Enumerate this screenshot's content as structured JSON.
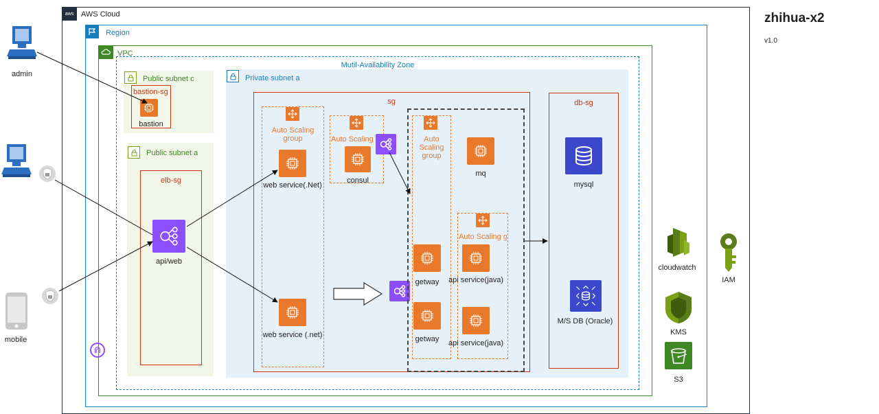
{
  "header": {
    "title": "zhihua-x2",
    "version": "v1.0"
  },
  "groups": {
    "cloud": "AWS Cloud",
    "region": "Region",
    "vpc": "VPC",
    "az": "Mutil-Availability Zone",
    "public_c": "Public subnet c",
    "public_a": "Public subnet a",
    "private_a": "Private subnet a"
  },
  "security_groups": {
    "bastion": "bastion-sg",
    "elb": "elb-sg",
    "sg": "sg",
    "db": "db-sg"
  },
  "users": {
    "admin": "admin",
    "mobile": "mobile"
  },
  "nodes": {
    "bastion": "bastion",
    "api_web": "api/web",
    "asg_web": "Auto Scaling group",
    "web_service_1": "web service(.Net)",
    "web_service_2": "web service (.net)",
    "asg_consul": "Auto Scaling group",
    "consul": "consul",
    "asg_getway": "Auto Scaling group",
    "mq": "mq",
    "getway_1": "getway",
    "getway_2": "getway",
    "asg_api": "Auto Scaling group",
    "api_service_1": "api service(java)",
    "api_service_2": "api service(java)",
    "mysql": "mysql",
    "ms_db": "M/S DB (Oracle)"
  },
  "services": {
    "cloudwatch": "cloudwatch",
    "kms": "KMS",
    "s3": "S3",
    "iam": "IAM"
  },
  "colors": {
    "aws_orange": "#e8792a",
    "elb_purple": "#8c4fff",
    "db_blue": "#3b48cc",
    "subnet_green": "#7aa116",
    "region_blue": "#147eba",
    "sg_red": "#d13212",
    "management_green": "#7aa116"
  }
}
